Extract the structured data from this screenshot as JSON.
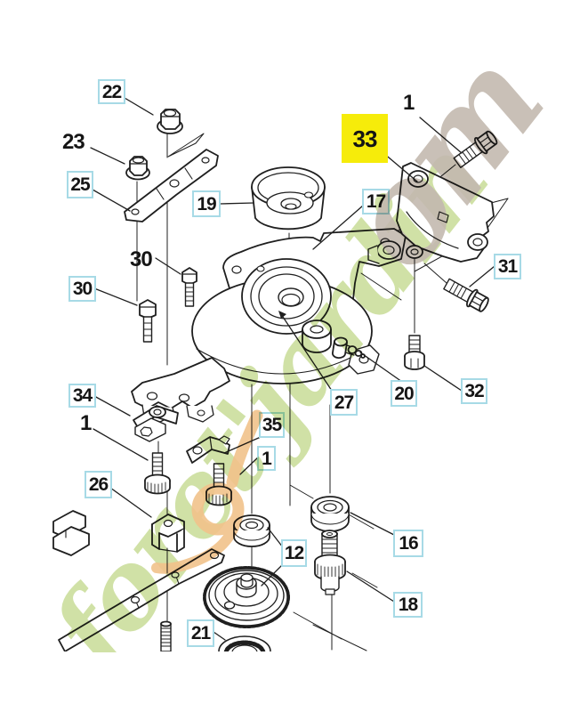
{
  "figure": {
    "kind": "exploded-parts-diagram",
    "highlighted_callout": "33"
  },
  "palette": {
    "background": "#ffffff",
    "line": "#1f1f1f",
    "label_border": "#a7dae6",
    "label_bg": "#ffffff",
    "label_text": "#151515",
    "highlight_bg": "#f6ec0a",
    "watermark_green": "#c8dc97",
    "watermark_gray": "#c3b9af",
    "watermark_orange": "#f1c28b"
  },
  "watermark": {
    "text_main": "foret'jardin",
    "text_suffix": "om",
    "color_main": "#c8dc97",
    "color_suffix": "#c3b9af"
  },
  "callouts": {
    "c22": "22",
    "c23": "23",
    "c25": "25",
    "c19": "19",
    "c30a": "30",
    "c30b": "30",
    "c34": "34",
    "c1c": "1",
    "c26": "26",
    "c35": "35",
    "c1b": "1",
    "c21": "21",
    "c12": "12",
    "c16": "16",
    "c18": "18",
    "c33": "33",
    "c1a": "1",
    "c17": "17",
    "c31": "31",
    "c20": "20",
    "c32": "32",
    "c27": "27"
  }
}
